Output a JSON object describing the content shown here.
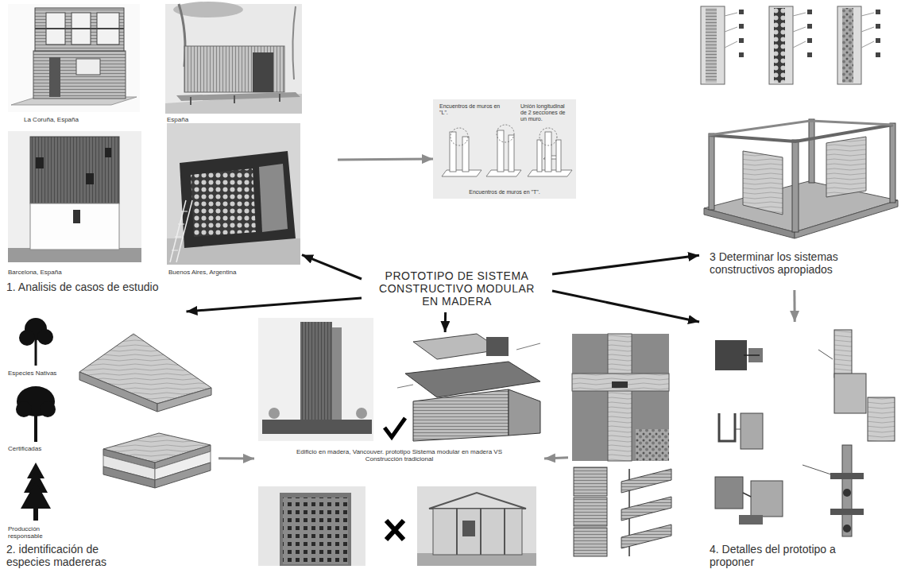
{
  "diagram": {
    "nodes": [
      {
        "text": [
          "PROTOTIPO DE SISTEMA CONSTRUCTIVO MODULAR EN MADERA"
        ]
      },
      {
        "text": [
          "1. Analisis de casos de estudio"
        ]
      },
      {
        "text": [
          "La Coruña, España"
        ],
        "in": 1
      },
      {
        "text": [
          "España"
        ],
        "in": 1
      },
      {
        "text": [
          "Barcelona, España"
        ],
        "in": 1
      },
      {
        "text": [
          "Buenos Aires, Argentina"
        ],
        "in": 1
      },
      {
        "text": [
          "Encuentros de muros en \"L\".",
          "Unión longitudinal de 2 secciones de un muro.",
          "Encuentros de muros en \"T\"."
        ]
      },
      {
        "text": [
          "3 Determinar los sistemas constructivos apropiados"
        ]
      },
      {
        "text": [
          "4. Detalles del prototipo a proponer"
        ]
      },
      {
        "text": [
          "2. identificación de especies madereras"
        ]
      },
      {
        "text": [
          "Especies Nativas"
        ],
        "in": 9
      },
      {
        "text": [
          "Certificadas"
        ],
        "in": 9
      },
      {
        "text": [
          "Producción responsable"
        ],
        "in": 9
      },
      {
        "text": [
          "Edificio en madera, Vancouver. prototipo Sistema modular en madera VS Construcción tradicional"
        ]
      }
    ],
    "edges": [
      {
        "from": 0,
        "to": 5,
        "arrow": "to"
      },
      {
        "from": 0,
        "to": 7,
        "arrow": "to"
      },
      {
        "from": 0,
        "to": 8,
        "arrow": "to"
      },
      {
        "from": 0,
        "to": 9,
        "arrow": "to"
      },
      {
        "from": 0,
        "to": 13,
        "arrow": "to"
      },
      {
        "from": 1,
        "to": 6,
        "arrow": "to"
      },
      {
        "from": 7,
        "to": 8,
        "arrow": "to"
      },
      {
        "from": 9,
        "to": 13,
        "arrow": "to"
      },
      {
        "from": 8,
        "to": 13,
        "arrow": "to"
      }
    ]
  }
}
